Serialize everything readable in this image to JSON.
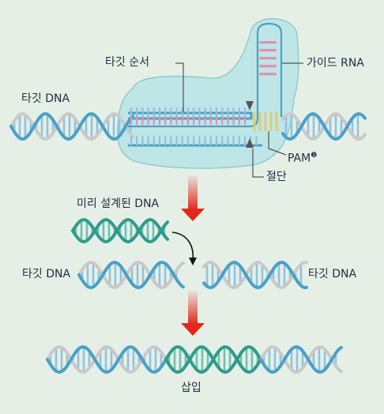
{
  "labels": {
    "target_sequence": "타깃 순서",
    "guide_rna": "가이드 RNA",
    "target_dna_top": "타깃 DNA",
    "pam": "PAM",
    "pam_marker": "❷",
    "cut": "절단",
    "designed_dna": "미리 설계된 DNA",
    "target_dna_left": "타깃 DNA",
    "target_dna_right": "타깃 DNA",
    "insertion": "삽입"
  },
  "colors": {
    "background": "#e6efe6",
    "cas9_body": "#bfe6e6",
    "cas9_edge": "#8fcccc",
    "dna_blue": "#4aa0c8",
    "dna_gray": "#c9c9c9",
    "dna_teal": "#2f9b8c",
    "rung_blue": "#8fc3dd",
    "rung_teal": "#6cc2b2",
    "guide_pink": "#e48fb2",
    "pam_yellow": "#e8c66a",
    "arrow_red": "#e2281c",
    "text": "#1f2d3d"
  }
}
